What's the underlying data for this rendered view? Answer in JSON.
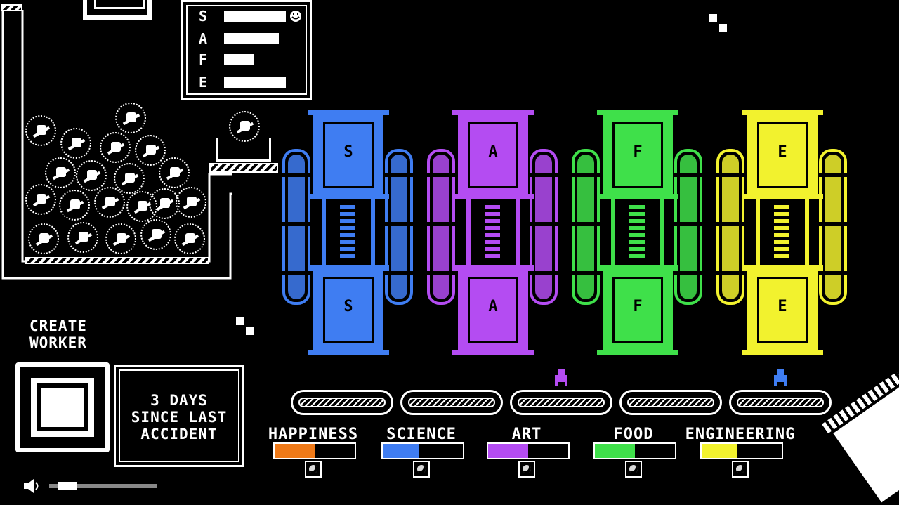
{
  "stats_panel": {
    "rows": [
      {
        "letter": "S",
        "level": 0.85
      },
      {
        "letter": "A",
        "level": 0.75
      },
      {
        "letter": "F",
        "level": 0.4
      },
      {
        "letter": "E",
        "level": 0.85
      }
    ],
    "mood_icon": "smiley-icon"
  },
  "machines": [
    {
      "letter": "S",
      "color": "#3f7df2"
    },
    {
      "letter": "A",
      "color": "#b44cf2"
    },
    {
      "letter": "F",
      "color": "#3fe04a"
    },
    {
      "letter": "E",
      "color": "#f2f22e"
    }
  ],
  "create_worker": {
    "label_line1": "CREATE",
    "label_line2": "WORKER"
  },
  "accident_panel": {
    "line1": "3 DAYS",
    "line2": "SINCE LAST",
    "line3": "ACCIDENT"
  },
  "meters": [
    {
      "label": "HAPPINESS",
      "color": "#f07a18",
      "level": 0.5
    },
    {
      "label": "SCIENCE",
      "color": "#3f7df2",
      "level": 0.45
    },
    {
      "label": "ART",
      "color": "#b44cf2",
      "level": 0.5
    },
    {
      "label": "FOOD",
      "color": "#3fe04a",
      "level": 0.5
    },
    {
      "label": "ENGINEERING",
      "color": "#f2f22e",
      "level": 0.45
    }
  ],
  "carriers": [
    {
      "belt": 2,
      "color": "#b44cf2"
    },
    {
      "belt": 4,
      "color": "#3f7df2"
    }
  ],
  "volume": {
    "level": 0.1,
    "icon": "speaker-icon"
  }
}
